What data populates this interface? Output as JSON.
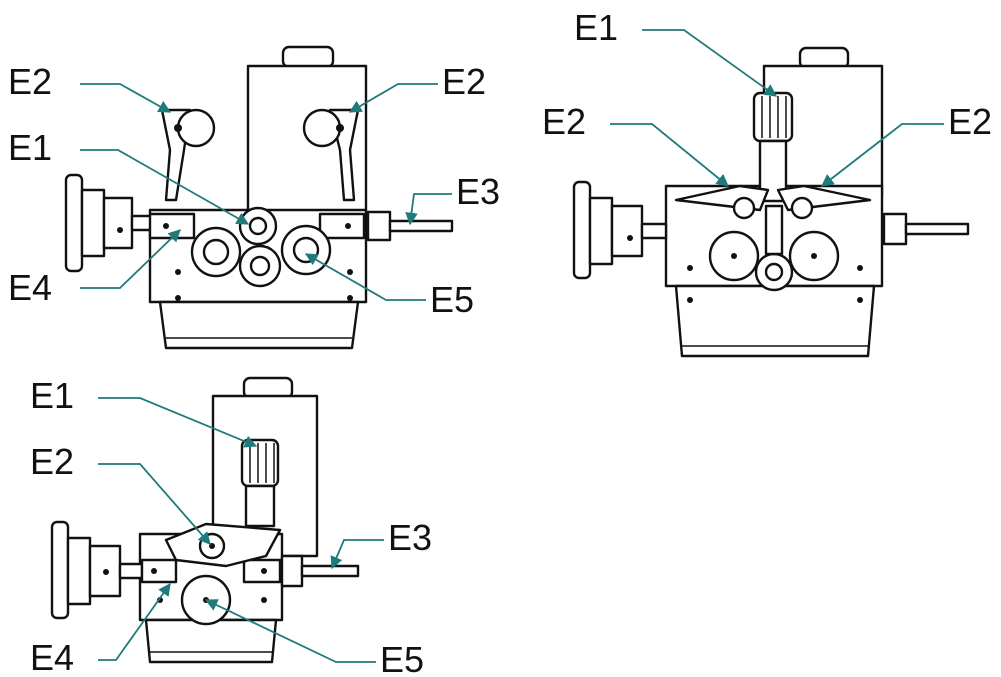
{
  "labels": {
    "feed_roll_knob": "E1",
    "pressure_arm": "E2",
    "wire_outlet": "E3",
    "wire_guide": "E4",
    "drive_roller": "E5"
  },
  "colors": {
    "leader": "#1f7a7a",
    "outline": "#111111",
    "background": "#ffffff"
  }
}
